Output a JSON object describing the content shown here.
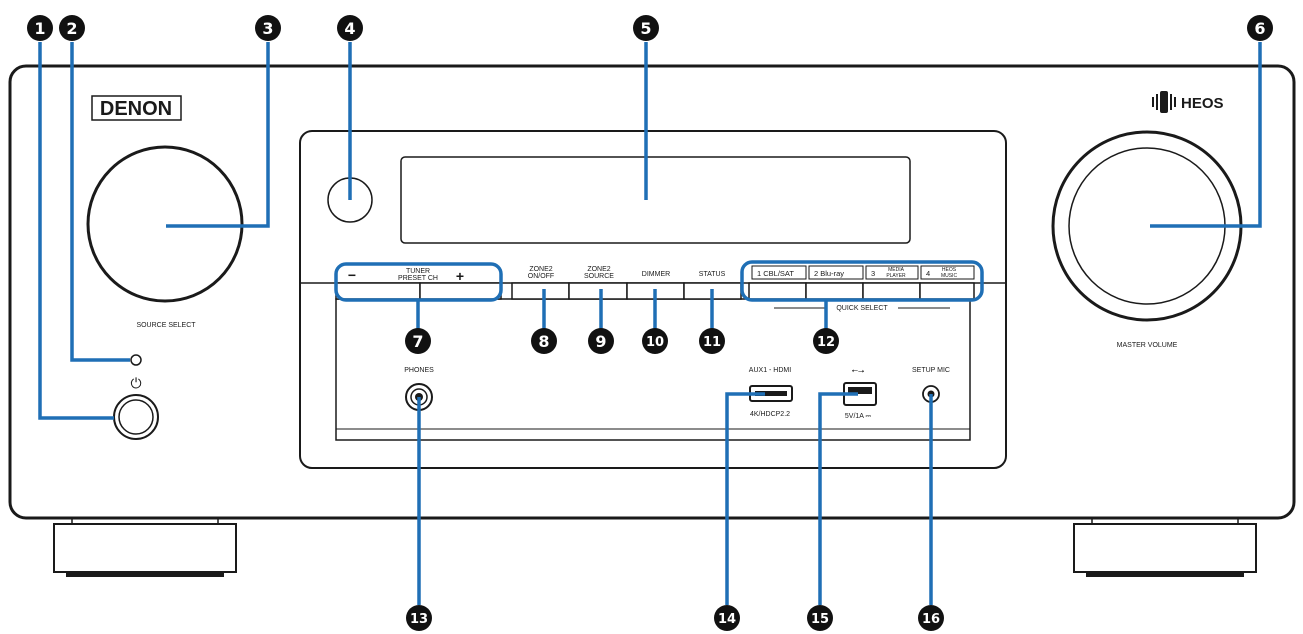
{
  "brand": {
    "logo": "DENON",
    "heos": "HEOS"
  },
  "labels": {
    "source_select": "SOURCE SELECT",
    "master_volume": "MASTER VOLUME",
    "power_symbol": "⏻",
    "tuner_preset_l1": "TUNER",
    "tuner_preset_l2": "PRESET CH",
    "minus": "−",
    "plus": "+",
    "zone2_onoff_l1": "ZONE2",
    "zone2_onoff_l2": "ON/OFF",
    "zone2_source_l1": "ZONE2",
    "zone2_source_l2": "SOURCE",
    "dimmer": "DIMMER",
    "status": "STATUS",
    "qs1": "1  CBL/SAT",
    "qs2": "2  Blu-ray",
    "qs3_num": "3",
    "qs3_l1": "MEDIA",
    "qs3_l2": "PLAYER",
    "qs4_num": "4",
    "qs4_l1": "HEOS",
    "qs4_l2": "MUSIC",
    "quick_select": "QUICK SELECT",
    "phones": "PHONES",
    "aux1_hdmi": "AUX1 - HDMI",
    "hdcp": "4K/HDCP2.2",
    "usb_symbol": "⭠⭢",
    "usb_rating": "5V/1A ⎓",
    "setup_mic": "SETUP MIC"
  },
  "callouts": [
    "1",
    "2",
    "3",
    "4",
    "5",
    "6",
    "7",
    "8",
    "9",
    "10",
    "11",
    "12",
    "13",
    "14",
    "15",
    "16"
  ],
  "colors": {
    "callout_line": "#1f6fb5",
    "callout_badge": "#111111",
    "panel_stroke": "#1a1a1a"
  }
}
